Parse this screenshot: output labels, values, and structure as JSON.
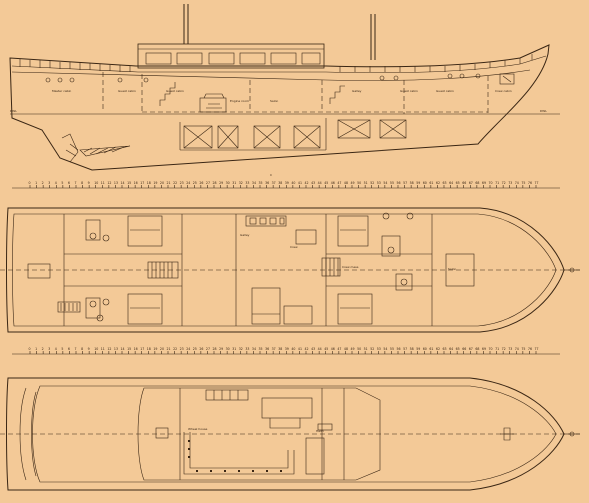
{
  "profile": {
    "waterline_labels": [
      "DWL",
      "DWL"
    ],
    "cabin_labels": [
      "Master cabin",
      "Guest cabin",
      "Guest cabin",
      "Salon",
      "Galley",
      "Guest cabin",
      "Guest cabin",
      "Crew cabin"
    ],
    "engine_label": "Engine room",
    "center_mark": "C"
  },
  "scales": {
    "upper": {
      "count": 78
    },
    "lower": {
      "count": 78
    }
  },
  "lower_deck": {
    "room_labels": [
      "Galley",
      "Crew",
      "Salon",
      "Crew mess"
    ]
  },
  "main_deck": {
    "room_labels": [
      "Wheel house",
      "Helm"
    ]
  }
}
